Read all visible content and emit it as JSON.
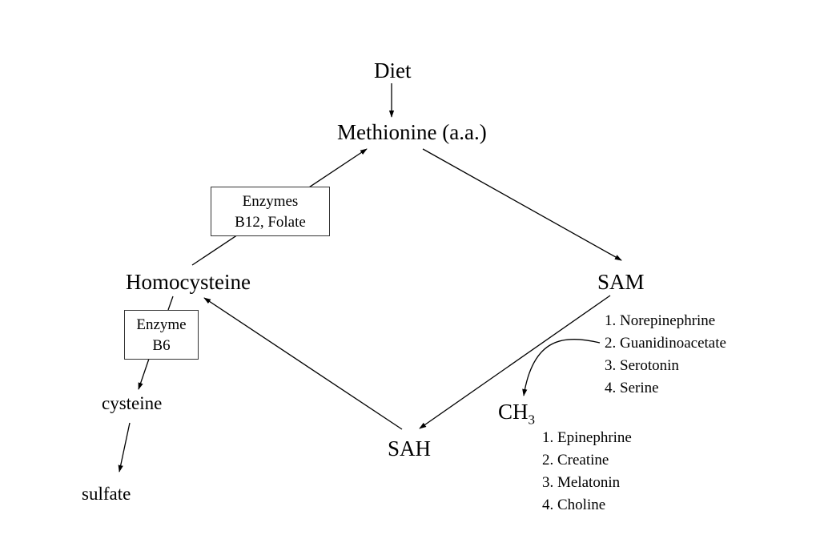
{
  "nodes": {
    "diet": "Diet",
    "methionine": "Methionine (a.a.)",
    "homocysteine": "Homocysteine",
    "sam": "SAM",
    "sah": "SAH",
    "cysteine": "cysteine",
    "sulfate": "sulfate",
    "ch3_base": "CH",
    "ch3_sub": "3"
  },
  "boxes": {
    "remethylation": {
      "line1": "Enzymes",
      "line2": "B12, Folate"
    },
    "transsulfuration": {
      "line1": "Enzyme",
      "line2": "B6"
    }
  },
  "lists": {
    "methyl_acceptors": [
      "1. Norepinephrine",
      "2. Guanidinoacetate",
      "3. Serotonin",
      "4. Serine"
    ],
    "methylated_products": [
      "1. Epinephrine",
      "2. Creatine",
      "3. Melatonin",
      "4. Choline"
    ]
  },
  "colors": {
    "line": "#000000",
    "box_border": "#333333"
  }
}
